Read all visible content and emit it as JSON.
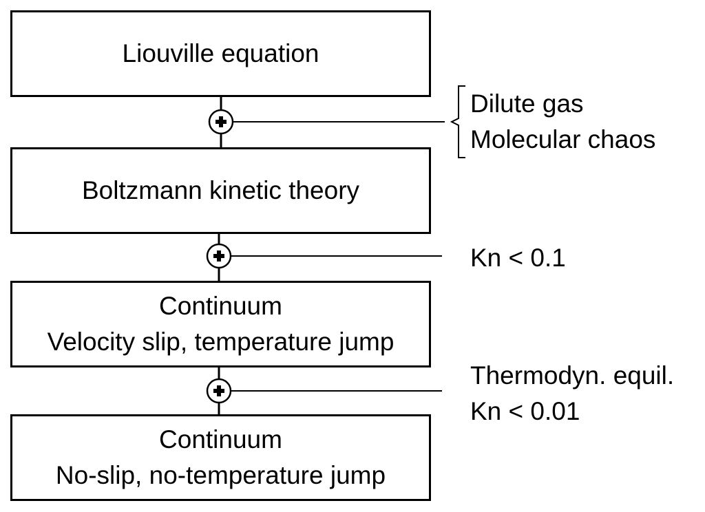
{
  "boxes": [
    {
      "lines": [
        "Liouville equation"
      ]
    },
    {
      "lines": [
        "Boltzmann kinetic theory"
      ]
    },
    {
      "lines": [
        "Continuum",
        "Velocity slip, temperature jump"
      ]
    },
    {
      "lines": [
        "Continuum",
        "No-slip, no-temperature jump"
      ]
    }
  ],
  "conditions": [
    {
      "lines": [
        "Dilute gas",
        "Molecular chaos"
      ],
      "bracket": true
    },
    {
      "lines": [
        "Kn < 0.1"
      ],
      "bracket": false
    },
    {
      "lines": [
        "Thermodyn. equil.",
        "Kn < 0.01"
      ],
      "bracket": false
    }
  ],
  "icons": {
    "junction": "plus-circle-icon"
  },
  "colors": {
    "stroke": "#000000",
    "background": "#ffffff"
  }
}
